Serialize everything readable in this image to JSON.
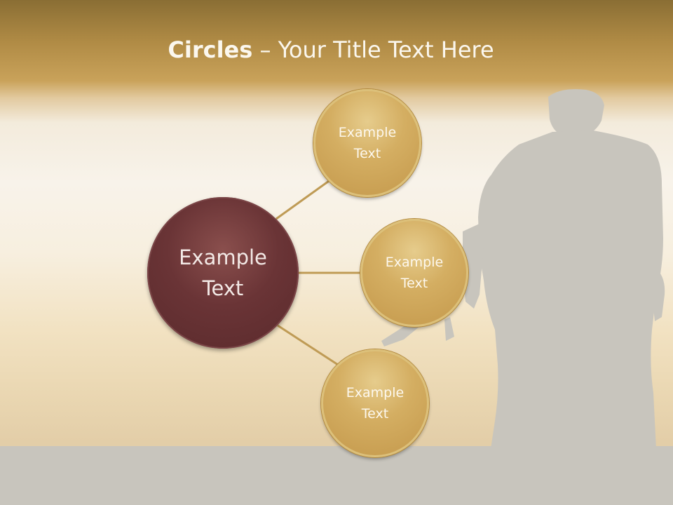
{
  "slide": {
    "title_bold": "Circles",
    "title_rest": " – Your Title Text Here"
  },
  "diagram": {
    "hub": {
      "label": "Example\nText"
    },
    "nodes": [
      {
        "label": "Example\nText"
      },
      {
        "label": "Example\nText"
      },
      {
        "label": "Example\nText"
      }
    ]
  },
  "colors": {
    "hub": "#6a3436",
    "node": "#d4ae62",
    "connector": "#bf9b55",
    "header": "#a8843f",
    "silhouette": "#c8c5bd"
  }
}
